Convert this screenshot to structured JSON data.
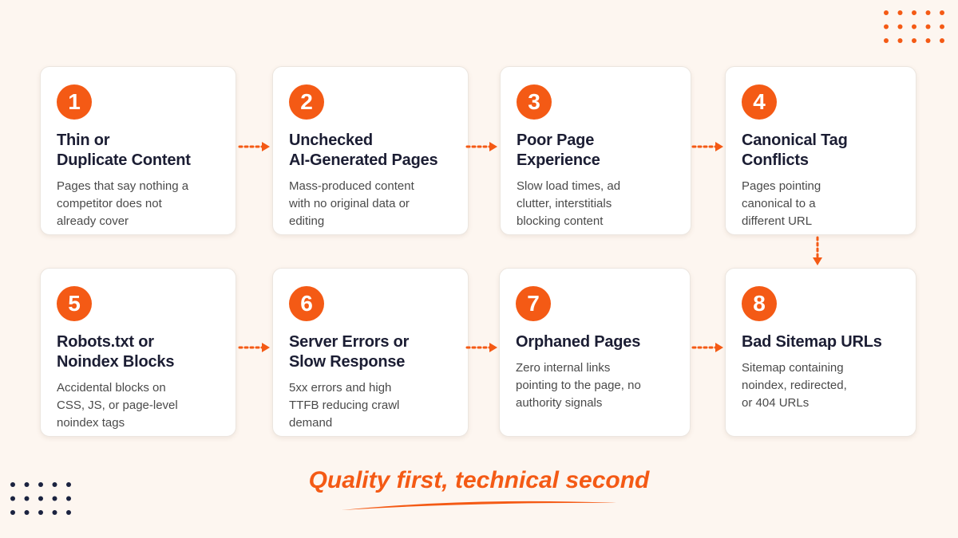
{
  "colors": {
    "accent": "#f45a15",
    "background": "#fdf6f0",
    "title_text": "#1b1d33",
    "body_text": "#4a4a4a",
    "navy_dots": "#1b2340"
  },
  "steps": [
    {
      "number": "1",
      "title_line1": "Thin or",
      "title_line2": "Duplicate Content",
      "desc_lines": [
        "Pages that say nothing a",
        "competitor does not",
        "already cover"
      ]
    },
    {
      "number": "2",
      "title_line1": "Unchecked",
      "title_line2": "AI-Generated Pages",
      "desc_lines": [
        "Mass-produced content",
        "with no original data or",
        "editing"
      ]
    },
    {
      "number": "3",
      "title_line1": "Poor Page",
      "title_line2": "Experience",
      "desc_lines": [
        "Slow load times, ad",
        "clutter, interstitials",
        "blocking content"
      ]
    },
    {
      "number": "4",
      "title_line1": "Canonical Tag",
      "title_line2": "Conflicts",
      "desc_lines": [
        "Pages pointing",
        "canonical to a",
        "different URL"
      ]
    },
    {
      "number": "5",
      "title_line1": "Robots.txt or",
      "title_line2": "Noindex Blocks",
      "desc_lines": [
        "Accidental blocks on",
        "CSS, JS, or page-level",
        "noindex tags"
      ]
    },
    {
      "number": "6",
      "title_line1": "Server Errors or",
      "title_line2": "Slow Response",
      "desc_lines": [
        "5xx errors and high",
        "TTFB reducing crawl",
        "demand"
      ]
    },
    {
      "number": "7",
      "title_line1": "Orphaned Pages",
      "title_line2": "",
      "desc_lines": [
        "Zero internal links",
        "pointing to the page, no",
        "authority signals"
      ]
    },
    {
      "number": "8",
      "title_line1": "Bad Sitemap URLs",
      "title_line2": "",
      "desc_lines": [
        "Sitemap containing",
        "noindex, redirected,",
        "or 404 URLs"
      ]
    }
  ],
  "tagline": "Quality first, technical second"
}
